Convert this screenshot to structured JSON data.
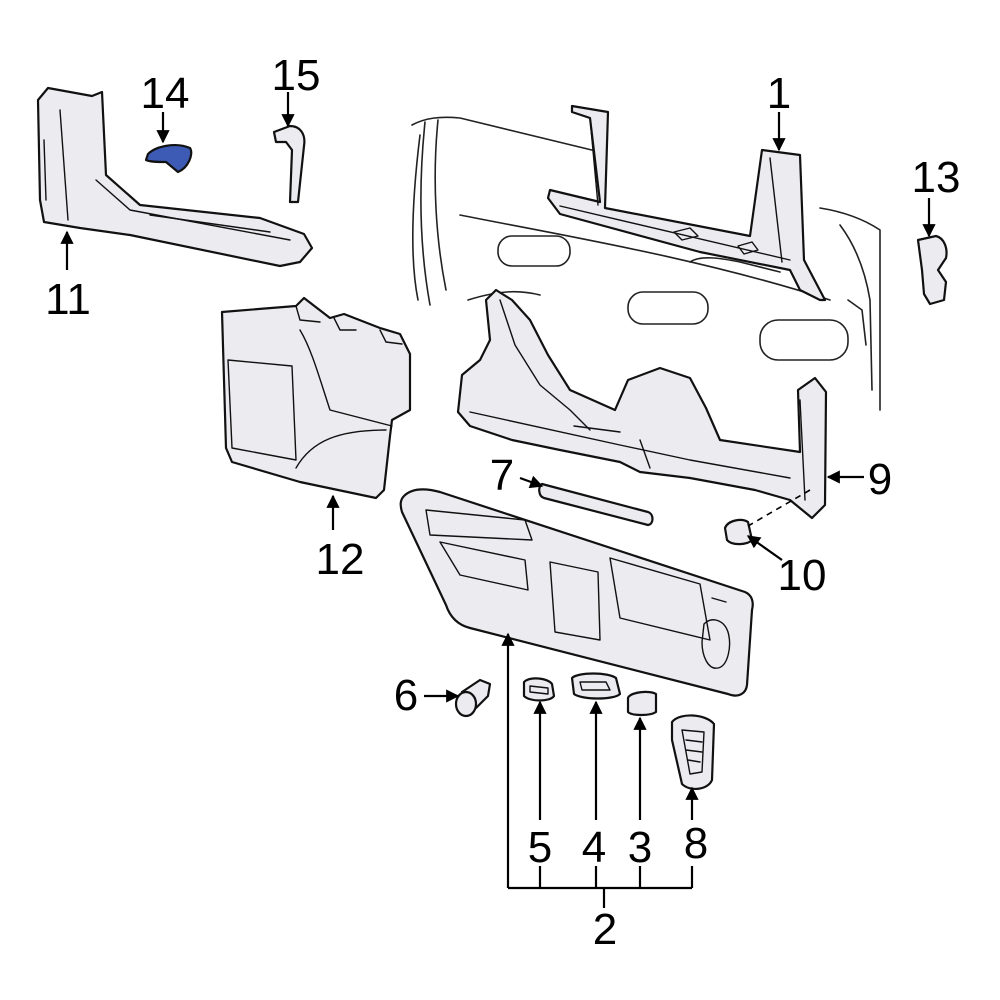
{
  "diagram": {
    "highlight_color": "#3d5bb5",
    "callouts": {
      "c1": "1",
      "c2": "2",
      "c3": "3",
      "c4": "4",
      "c5": "5",
      "c6": "6",
      "c7": "7",
      "c8": "8",
      "c9": "9",
      "c10": "10",
      "c11": "11",
      "c12": "12",
      "c13": "13",
      "c14": "14",
      "c15": "15"
    }
  }
}
